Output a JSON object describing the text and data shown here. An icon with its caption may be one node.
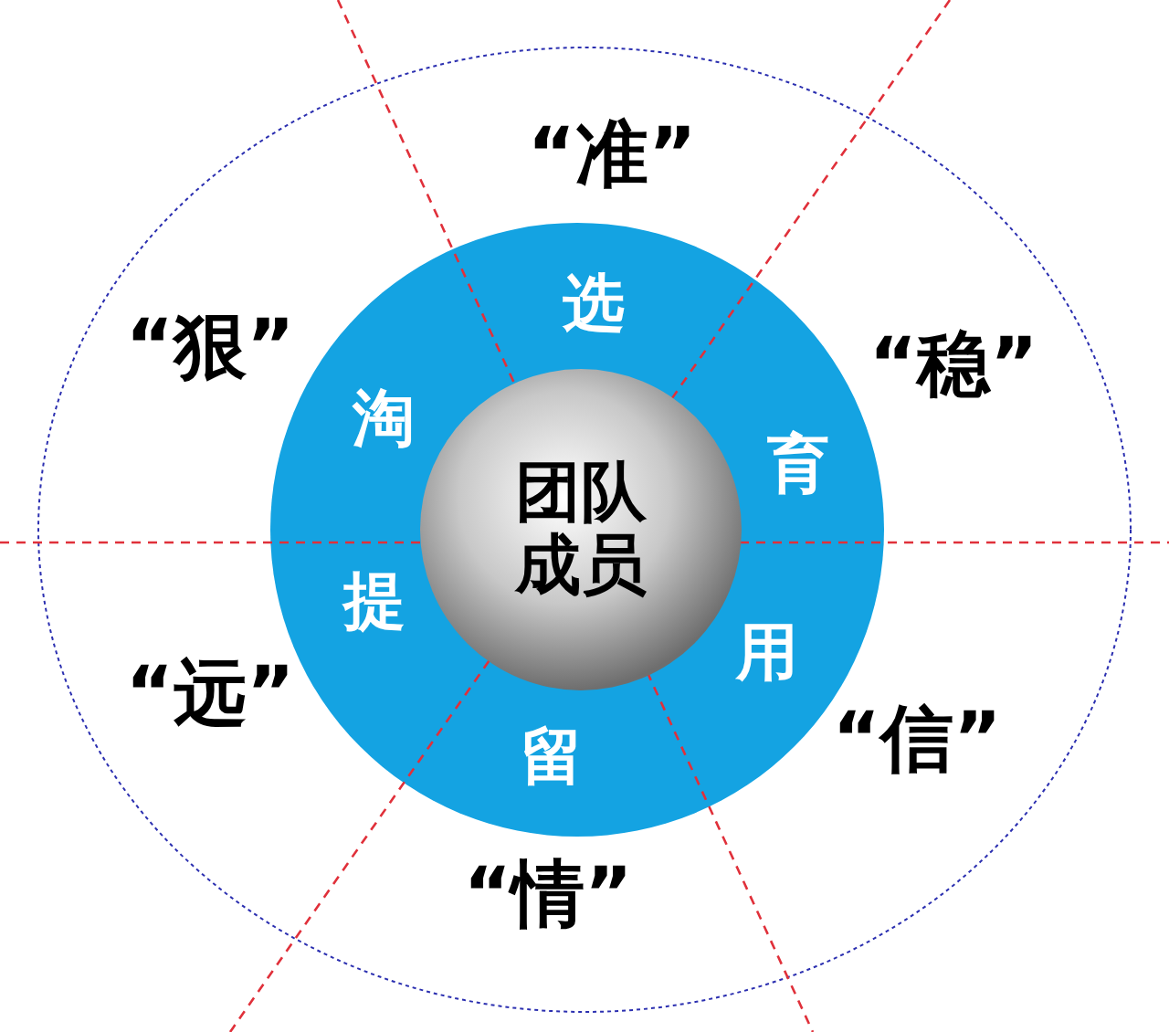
{
  "diagram": {
    "nodes": [
      {
        "text": [
          "“准”",
          "“稳”",
          "“信”",
          "“情”",
          "“远”",
          "“狠”"
        ]
      },
      {
        "text": [
          "选",
          "育",
          "用",
          "留",
          "提",
          "淘"
        ],
        "in": 0
      },
      {
        "text": [
          "团队成员"
        ],
        "in": 1
      }
    ]
  }
}
